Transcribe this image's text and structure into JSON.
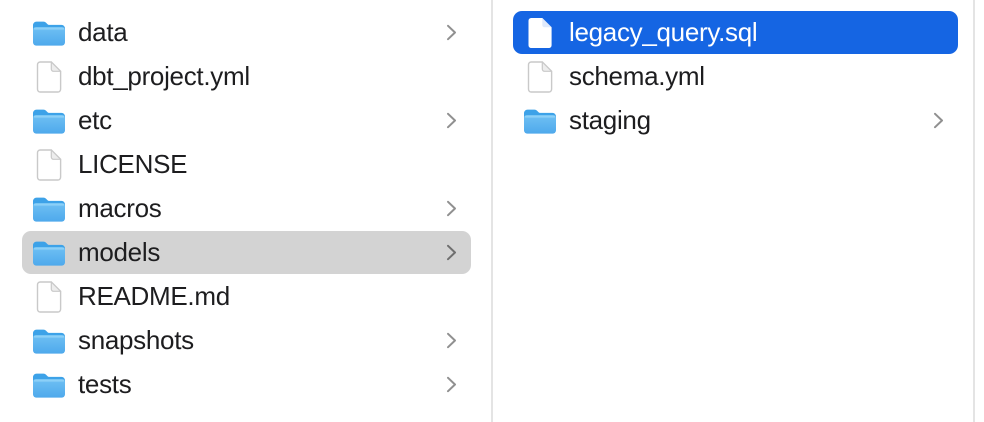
{
  "app": "finder-column-view",
  "colors": {
    "background": "#ffffff",
    "selection_active": "#1565e3",
    "selection_inactive": "#d3d3d3",
    "divider": "#e4e4e4",
    "label": "#1d1d1f",
    "label_selected": "#ffffff",
    "folder_blue_top": "#3da2e8",
    "folder_blue_body": "#5fb6ef",
    "chevron_gray": "#909090"
  },
  "columns": [
    {
      "name": "left-column",
      "items": [
        {
          "label": "data",
          "icon": "folder-icon",
          "chevron": true,
          "selected": "none"
        },
        {
          "label": "dbt_project.yml",
          "icon": "document-icon",
          "chevron": false,
          "selected": "none"
        },
        {
          "label": "etc",
          "icon": "folder-icon",
          "chevron": true,
          "selected": "none"
        },
        {
          "label": "LICENSE",
          "icon": "document-icon",
          "chevron": false,
          "selected": "none"
        },
        {
          "label": "macros",
          "icon": "folder-icon",
          "chevron": true,
          "selected": "none"
        },
        {
          "label": "models",
          "icon": "folder-icon",
          "chevron": true,
          "selected": "inactive"
        },
        {
          "label": "README.md",
          "icon": "document-icon",
          "chevron": false,
          "selected": "none"
        },
        {
          "label": "snapshots",
          "icon": "folder-icon",
          "chevron": true,
          "selected": "none"
        },
        {
          "label": "tests",
          "icon": "folder-icon",
          "chevron": true,
          "selected": "none"
        }
      ]
    },
    {
      "name": "right-column",
      "items": [
        {
          "label": "legacy_query.sql",
          "icon": "document-icon",
          "chevron": false,
          "selected": "active"
        },
        {
          "label": "schema.yml",
          "icon": "document-icon",
          "chevron": false,
          "selected": "none"
        },
        {
          "label": "staging",
          "icon": "folder-icon",
          "chevron": true,
          "selected": "none"
        }
      ]
    }
  ]
}
